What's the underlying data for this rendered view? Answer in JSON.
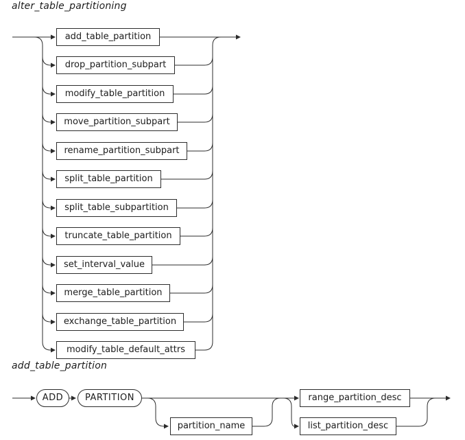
{
  "colors": {
    "background": "#ffffff",
    "line": "#2b2b2b",
    "text": "#1c1c1c"
  },
  "sections": [
    {
      "heading": "alter_table_partitioning",
      "type": "choice",
      "branches": [
        "add_table_partition",
        "drop_partition_subpart",
        "modify_table_partition",
        "move_partition_subpart",
        "rename_partition_subpart",
        "split_table_partition",
        "split_table_subpartition",
        "truncate_table_partition",
        "set_interval_value",
        "merge_table_partition",
        "exchange_table_partition",
        "modify_table_default_attrs"
      ]
    },
    {
      "heading": "add_table_partition",
      "type": "sequence",
      "keywords": [
        "ADD",
        "PARTITION"
      ],
      "optional_item": "partition_name",
      "choices": [
        "range_partition_desc",
        "list_partition_desc"
      ]
    }
  ]
}
